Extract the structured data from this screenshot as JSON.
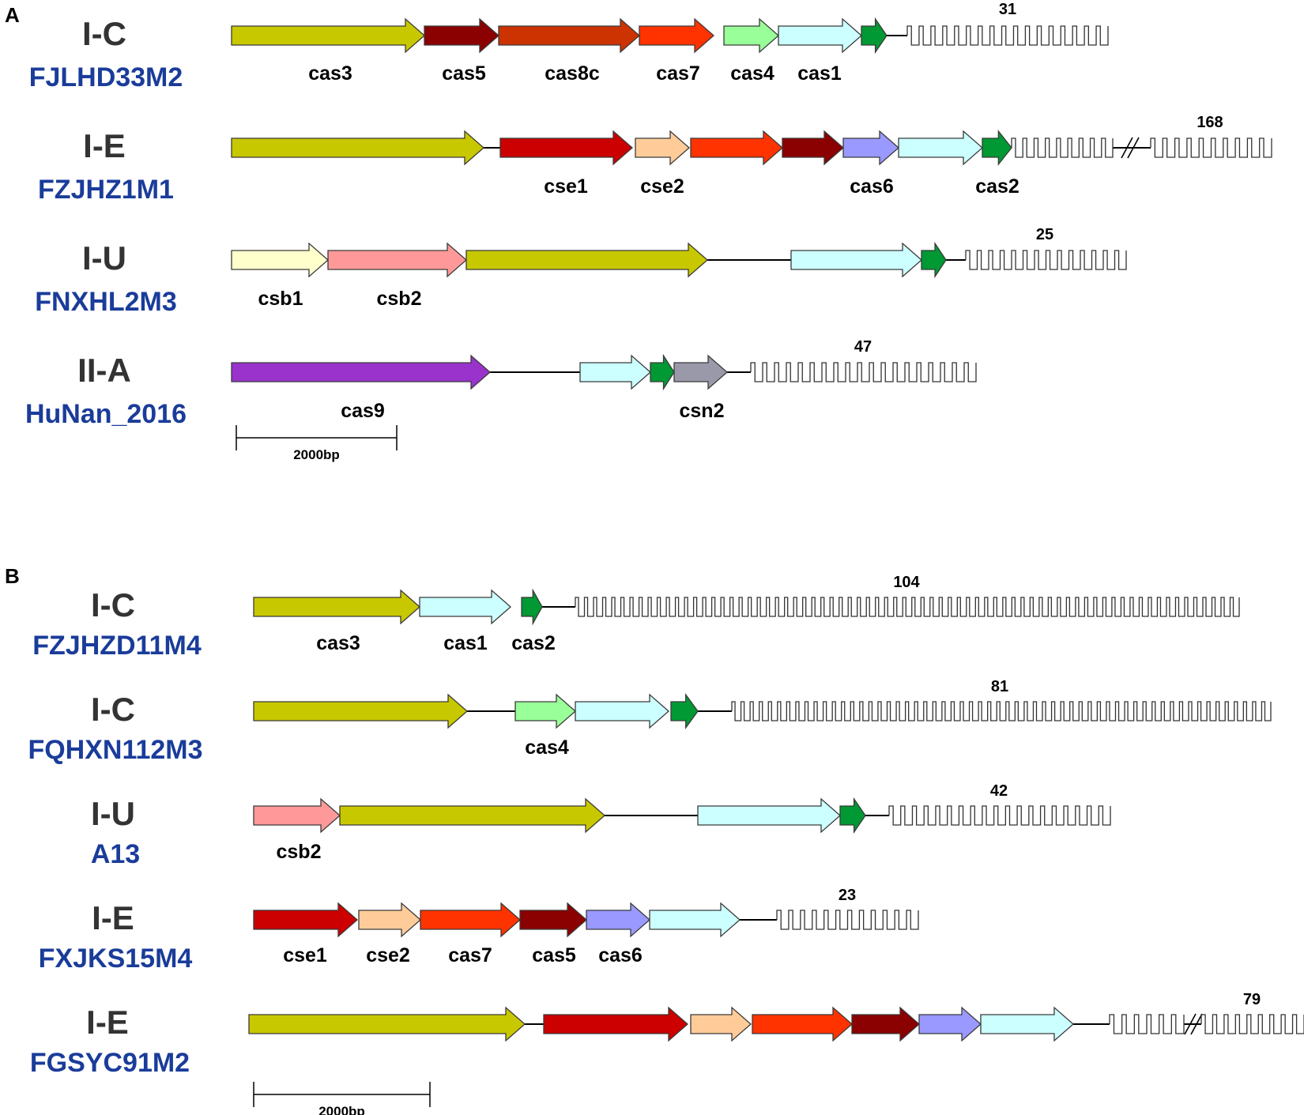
{
  "panels": [
    {
      "label": "A",
      "scalebar": {
        "label": "2000bp"
      },
      "loci": [
        {
          "type": "I-C",
          "strain": "FJLHD33M2",
          "repeats": "31"
        },
        {
          "type": "I-E",
          "strain": "FZJHZ1M1",
          "repeats": "168"
        },
        {
          "type": "I-U",
          "strain": "FNXHL2M3",
          "repeats": "25"
        },
        {
          "type": "II-A",
          "strain": "HuNan_2016",
          "repeats": "47"
        }
      ]
    },
    {
      "label": "B",
      "scalebar": {
        "label": "2000bp"
      },
      "loci": [
        {
          "type": "I-C",
          "strain": "FZJHZD11M4",
          "repeats": "104"
        },
        {
          "type": "I-C",
          "strain": "FQHXN112M3",
          "repeats": "81"
        },
        {
          "type": "I-U",
          "strain": "A13",
          "repeats": "42"
        },
        {
          "type": "I-E",
          "strain": "FXJKS15M4",
          "repeats": "23"
        },
        {
          "type": "I-E",
          "strain": "FGSYC91M2",
          "repeats": "79"
        }
      ]
    }
  ],
  "gene_colors": {
    "cas3": "#c8c800",
    "cas5": "#8b0000",
    "cas8c": "#cc3300",
    "cas7": "#ff3300",
    "cas4": "#99ff99",
    "cas1": "#ccffff",
    "cas2": "#009933",
    "cse1": "#cc0000",
    "cse2": "#ffcc99",
    "cas6": "#9999ff",
    "csb1": "#ffffcc",
    "csb2": "#ff9999",
    "cas9": "#9933cc",
    "csn2": "#9999aa"
  },
  "gene_labels": {
    "cas3": "cas3",
    "cas5": "cas5",
    "cas8c": "cas8c",
    "cas7": "cas7",
    "cas4": "cas4",
    "cas1": "cas1",
    "cas2": "cas2",
    "cse1": "cse1",
    "cse2": "cse2",
    "cas6": "cas6",
    "csb1": "csb1",
    "csb2": "csb2",
    "cas9": "cas9",
    "csn2": "csn2"
  }
}
